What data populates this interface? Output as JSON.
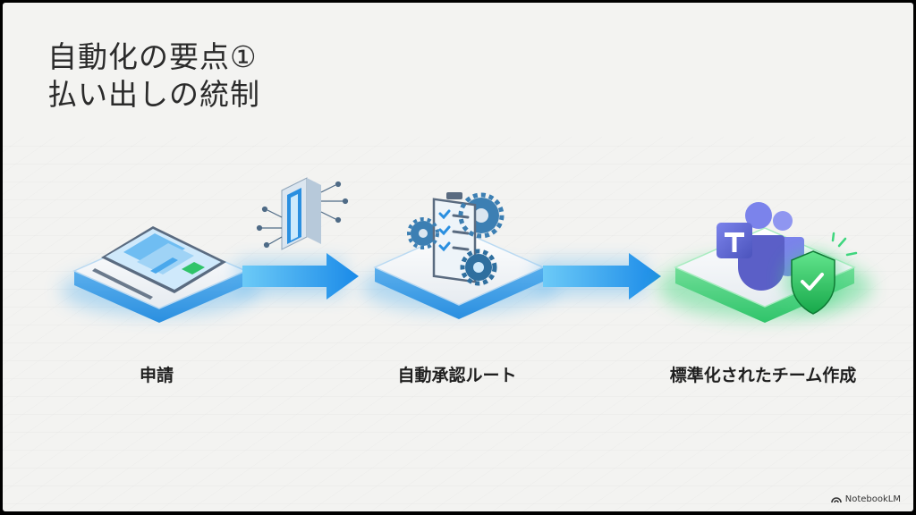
{
  "title": {
    "line1": "自動化の要点①",
    "line2": "払い出しの統制"
  },
  "steps": [
    {
      "label": "申請",
      "icon": "tablet-form-icon"
    },
    {
      "label": "自動承認ルート",
      "icon": "checklist-gears-icon"
    },
    {
      "label": "標準化されたチーム作成",
      "icon": "teams-shield-icon"
    }
  ],
  "brand": "NotebookLM",
  "colors": {
    "arrow": "#1e9af0",
    "platform_blue": "#3aa6ee",
    "platform_green": "#3fd67e",
    "teams_purple": "#5b5fc7"
  }
}
